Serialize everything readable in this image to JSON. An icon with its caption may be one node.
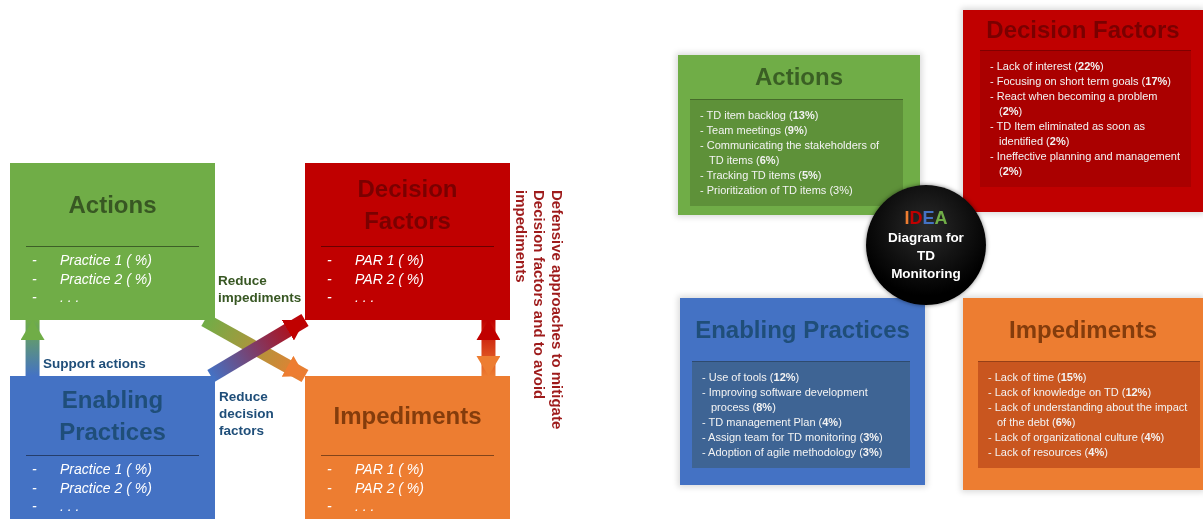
{
  "diagram": {
    "nodes": [
      {
        "text": [
          "Actions",
          "- Practice 1 ( %)",
          "- Practice 2 ( %)",
          "- . . ."
        ]
      },
      {
        "text": [
          "Decision Factors",
          "- PAR 1 ( %)",
          "- PAR 2 ( %)",
          "- . . ."
        ]
      },
      {
        "text": [
          "Enabling Practices",
          "- Practice 1 ( %)",
          "- Practice 2 ( %)",
          "- . . ."
        ]
      },
      {
        "text": [
          "Impediments",
          "- PAR 1 ( %)",
          "- PAR 2 ( %)",
          "- . . ."
        ]
      },
      {
        "text": [
          "Actions",
          "- TD item backlog (**13%**)",
          "- Team meetings (**9%**)",
          "- Communicating the stakeholders of TD items (**6%**)",
          "- Tracking TD items (**5%**)",
          "- Prioritization of TD items (3%)"
        ]
      },
      {
        "text": [
          "Decision Factors",
          "- Lack of interest (**22%**)",
          "- Focusing on short term goals (**17%**)",
          "- React when becoming a problem (**2%**)",
          "- TD Item eliminated as soon as identified (**2%**)",
          "- Ineffective planning and management (**2%**)"
        ]
      },
      {
        "text": [
          "IDEA",
          "Diagram for TD Monitoring"
        ]
      },
      {
        "text": [
          "Enabling Practices",
          "- Use of tools (**12%**)",
          "- Improving software development process (**8%**)",
          "- TD management Plan (**4%**)",
          "- Assign team for TD monitoring (**3%**)",
          "- Adoption of agile methodology (**3%**)"
        ]
      },
      {
        "text": [
          "Impediments",
          "- Lack of time (**15%**)",
          "- Lack of knowledge on TD (**12%**)",
          "- Lack of understanding about the impact of the debt (**6%**)",
          "- Lack of organizational culture (**4%**)",
          "- Lack of resources (**4%**)"
        ]
      }
    ],
    "edges": [
      {
        "from": 2,
        "to": 0,
        "arrow": "to",
        "label": "Support actions",
        "style": "thick",
        "color": "#70ad47"
      },
      {
        "from": 0,
        "to": 3,
        "arrow": "to",
        "label": "Reduce impediments",
        "style": "thick",
        "color": "#ed7d31"
      },
      {
        "from": 2,
        "to": 1,
        "arrow": "to",
        "label": "Reduce decision factors",
        "style": "thick",
        "color": "#c00000"
      },
      {
        "from": 1,
        "to": 3,
        "arrow": "both",
        "label": "Defensive approaches to mitigate Decision factors and to avoid impediments",
        "style": "thick",
        "color": "#ed7d31"
      }
    ]
  }
}
